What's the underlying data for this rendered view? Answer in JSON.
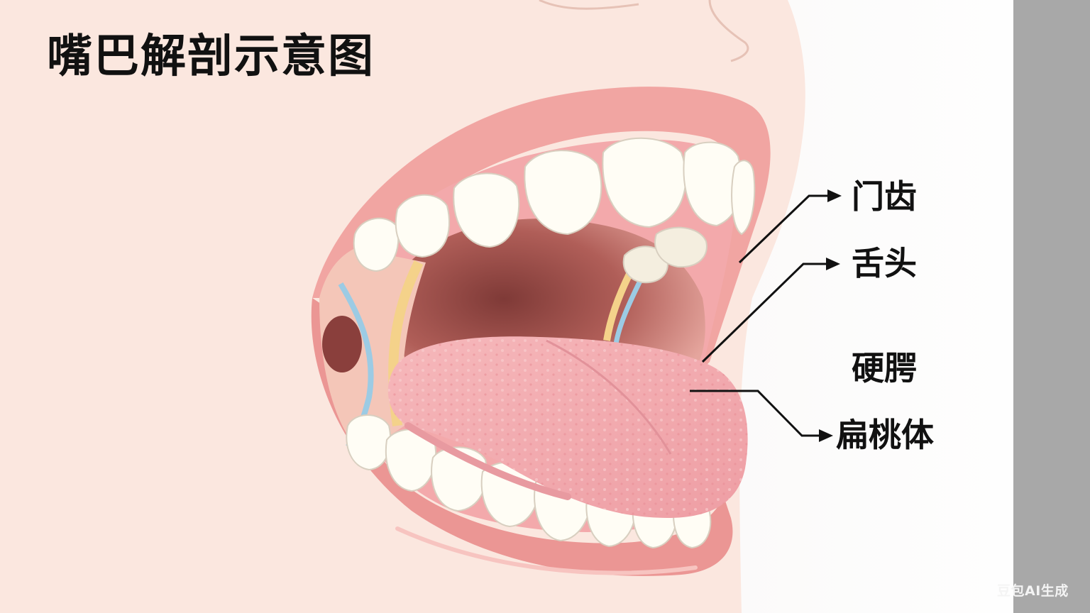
{
  "title": "嘴巴解剖示意图",
  "labels": {
    "incisor": "门齿",
    "tongue": "舌头",
    "hard_palate": "硬腭",
    "tonsil": "扁桃体"
  },
  "watermark": "豆包AI生成",
  "colors": {
    "skin": "#fbe7df",
    "lip": "#f1a5a2",
    "gum": "#f3a9ab",
    "throat": "#9a4a46",
    "tongue": "#f2aab0",
    "tooth": "#fffdf5",
    "right_bar": "#a8a8a8",
    "leader": "#111111"
  }
}
